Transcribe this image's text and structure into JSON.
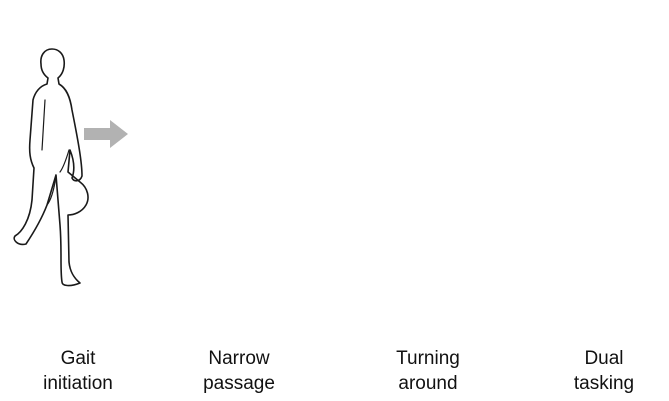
{
  "panels": [
    {
      "label": "Gait\ninitiation"
    },
    {
      "label": "Narrow\npassage"
    },
    {
      "label": "Turning\naround"
    },
    {
      "label": "Dual\ntasking"
    }
  ],
  "colors": {
    "arrow": "#b2b2b2",
    "ghost": "#e2e2e2",
    "outline": "#1a1a1a"
  },
  "icons": [
    "right-arrow-icon",
    "down-arrow-icon",
    "rotate-arrow-icon",
    "speech-bubble-icon",
    "cup-icon",
    "tray-icon"
  ]
}
